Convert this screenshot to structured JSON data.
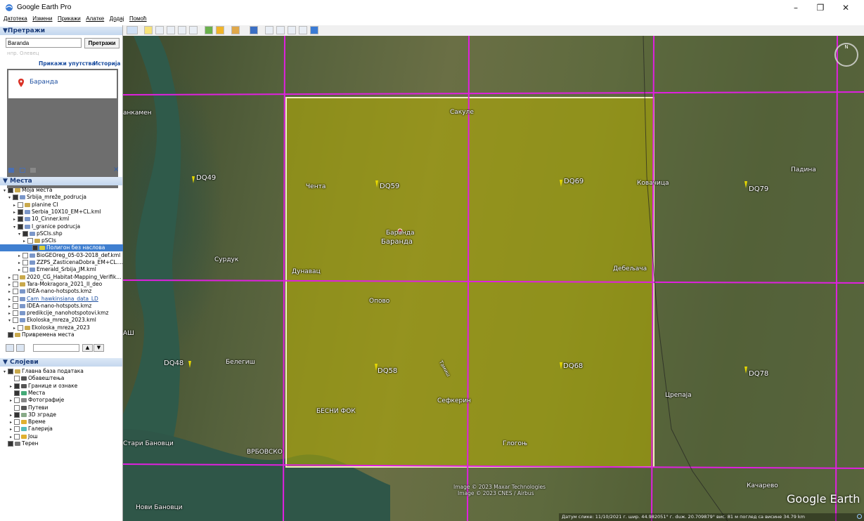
{
  "window": {
    "title": "Google Earth Pro",
    "min": "–",
    "restore": "❐",
    "close": "✕"
  },
  "menu": [
    "Датотека",
    "Измени",
    "Прикажи",
    "Алатке",
    "Додај",
    "Помоћ"
  ],
  "search": {
    "header": "▼Претражи",
    "value": "Baranda",
    "button": "Претражи",
    "hint": "нпр. Олевец",
    "directions_link": "Прикажи упутства",
    "history_link": "Историја",
    "result": "Баранда",
    "close": "×"
  },
  "places": {
    "header": "▼ Места",
    "items": [
      {
        "label": "Моја места"
      },
      {
        "label": "Srbija_mreže_podrucja"
      },
      {
        "label": "planine CI"
      },
      {
        "label": "Serbia_10X10_EM+CL.kml"
      },
      {
        "label": "10_Cinner.kml"
      },
      {
        "label": "I_granice podrucja"
      },
      {
        "label": "pSCIs.shp"
      },
      {
        "label": "pSCIs"
      },
      {
        "label": "Полигон без наслова"
      },
      {
        "label": "BioGEOreg_05-03-2018_def.kml"
      },
      {
        "label": "ZZPS_ZasticenaDobra_EM+CL...."
      },
      {
        "label": "Emerald_Srbija_JM.kml"
      },
      {
        "label": "2020_CG_Habitat-Mapping_Verifik..."
      },
      {
        "label": "Tara-Mokragora_2021_II_deo"
      },
      {
        "label": "IDEA-nano-hotspots.kmz"
      },
      {
        "label": "Cam_hawkinsiana_data_LD"
      },
      {
        "label": "IDEA-nano-hotspots.kmz"
      },
      {
        "label": "predikcije_nanohotspotovi.kmz"
      },
      {
        "label": "Ekoloska_mreza_2023.kml"
      },
      {
        "label": "Ekoloska_mreza_2023"
      },
      {
        "label": "Привремена места"
      }
    ]
  },
  "layers": {
    "header": "▼ Слојеви",
    "items": [
      {
        "label": "Главна база података"
      },
      {
        "label": "Обавештења"
      },
      {
        "label": "Границе и ознаке"
      },
      {
        "label": "Места"
      },
      {
        "label": "Фотографије"
      },
      {
        "label": "Путеви"
      },
      {
        "label": "3D зграде"
      },
      {
        "label": "Време"
      },
      {
        "label": "Галерија"
      },
      {
        "label": "Још"
      },
      {
        "label": "Терен"
      }
    ]
  },
  "map": {
    "towns": {
      "sakule": "Сакуле",
      "chenta": "Чента",
      "baranda_small": "Баранда",
      "baranda": "Баранда",
      "kovachica": "Ковачица",
      "padina": "Падина",
      "dunavac": "Дунавац",
      "debeljaca": "Дебељача",
      "surduk": "Сурдук",
      "opovo": "Опово",
      "belegis": "Белегиш",
      "sefkerin": "Сефкерин",
      "besni_fok": "БЕСНИ ФОК",
      "stari_banovci": "Стари Бановци",
      "vrbovsko": "ВРБОВСКО",
      "glogonj": "Глогоњ",
      "crepaja": "Црепаја",
      "kacarevo": "Качарево",
      "novi_banovci": "Нови Бановци",
      "slankamen": "анкамен",
      "ash": "АШ",
      "tamis": "Тамиш"
    },
    "grid_labels": {
      "dq49": "DQ49",
      "dq59": "DQ59",
      "dq69": "DQ69",
      "dq79": "DQ79",
      "dq48": "DQ48",
      "dq58": "DQ58",
      "dq68": "DQ68",
      "dq78": "DQ78"
    },
    "attribution1": "Image © 2023 Maxar Technologies",
    "attribution2": "Image © 2023 CNES / Airbus",
    "brand": "Google Earth",
    "status": "Датум слике: 11/10/2021    г. шир.   44.982051°   г. duж.   20.709879°  вис.   81 м      поглед са висине  34.79 km",
    "colors": {
      "grid": "#e020e0",
      "polygon": "#b8b000"
    }
  }
}
